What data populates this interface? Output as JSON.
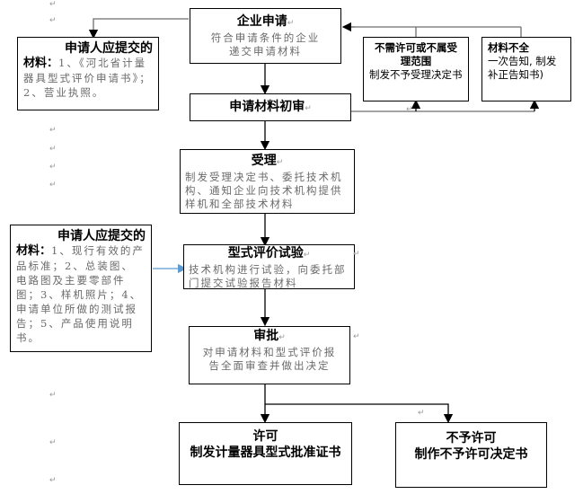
{
  "diagram": {
    "nodes": {
      "apply": {
        "title": "企业申请",
        "lines": [
          "符合申请条件的企业",
          "递交申请材料"
        ]
      },
      "initial_review": {
        "title": "申请材料初审"
      },
      "not_required": {
        "title_lines": [
          "不需许可或不属受",
          "理范围"
        ],
        "desc": "制发不予受理决定书"
      },
      "incomplete": {
        "title": "材料不全",
        "desc": "一次告知, 制发补正告知书)"
      },
      "accept": {
        "title": "受理",
        "desc": "制发受理决定书、委托技术机构、通知企业向技术机构提供样机和全部技术材料"
      },
      "evaluation": {
        "title": "型式评价试验",
        "desc": "技术机构进行试验，向委托部门提交试验报告材料"
      },
      "approval": {
        "title": "审批",
        "lines": [
          "对申请材料和型式评价报",
          "告全面审查并做出决定"
        ]
      },
      "permit": {
        "title": "许可",
        "desc": "制发计量器具型式批准证书"
      },
      "deny": {
        "title": "不予许可",
        "desc": "制作不予许可决定书"
      }
    },
    "side_notes": {
      "materials_1": {
        "lead_a": "申请人应提交的",
        "lead_b": "材料：",
        "body": "1、《河北省计量器具型式评价申请书》；2、营业执照。"
      },
      "materials_2": {
        "lead_a": "申请人应提交的",
        "lead_b": "材料：",
        "body": "1、现行有效的产品标准；2、总装图、电路图及主要零部件图；3、样机照片；4、申请单位所做的测试报告；5、产品使用说明书。"
      }
    },
    "return_mark": "↵",
    "colors": {
      "line": "#000000",
      "feedback_line": "#6e6e6e",
      "link_arrow": "#5b9bd5",
      "muted_text": "#6a6a6a"
    }
  }
}
